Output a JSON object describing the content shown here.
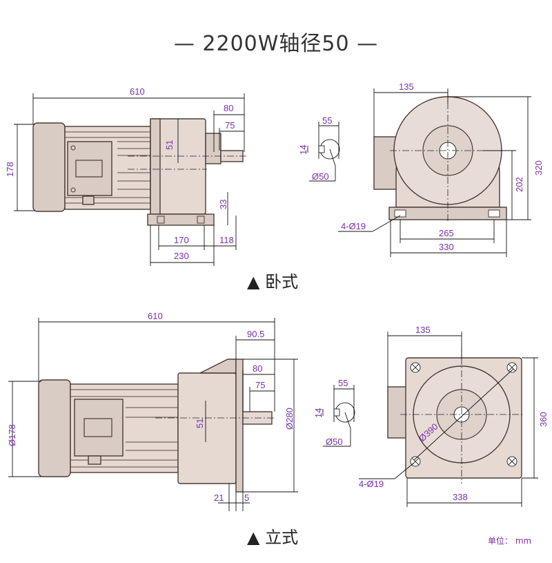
{
  "title": "— 2200W轴径50 —",
  "captions": {
    "horizontal": "▲ 卧式",
    "vertical": "▲ 立式"
  },
  "unit_note": "单位： mm",
  "horizontal_side": {
    "d610": "610",
    "d80": "80",
    "d75": "75",
    "d51": "51",
    "d178": "178",
    "d33": "33",
    "d170": "170",
    "d118": "118",
    "d230": "230"
  },
  "horizontal_shaft": {
    "d55": "55",
    "d14": "14",
    "d50": "Ø50"
  },
  "horizontal_front": {
    "d135": "135",
    "d320": "320",
    "d202": "202",
    "holes": "4-Ø19",
    "d265": "265",
    "d330": "330"
  },
  "vertical_side": {
    "d610": "610",
    "d90_5": "90.5",
    "d80": "80",
    "d75": "75",
    "d178": "Ø178",
    "d51": "51",
    "d280": "Ø280",
    "d21": "21",
    "d5": "5"
  },
  "vertical_shaft": {
    "d55": "55",
    "d14": "14",
    "d50": "Ø50"
  },
  "vertical_front": {
    "d135": "135",
    "d390": "Ø390",
    "d360": "360",
    "holes": "4-Ø19",
    "d338": "338"
  },
  "colors": {
    "dimension_text": "#7a2fb0",
    "body_fill": "#e5d9d2",
    "outline": "#4a3b36"
  }
}
